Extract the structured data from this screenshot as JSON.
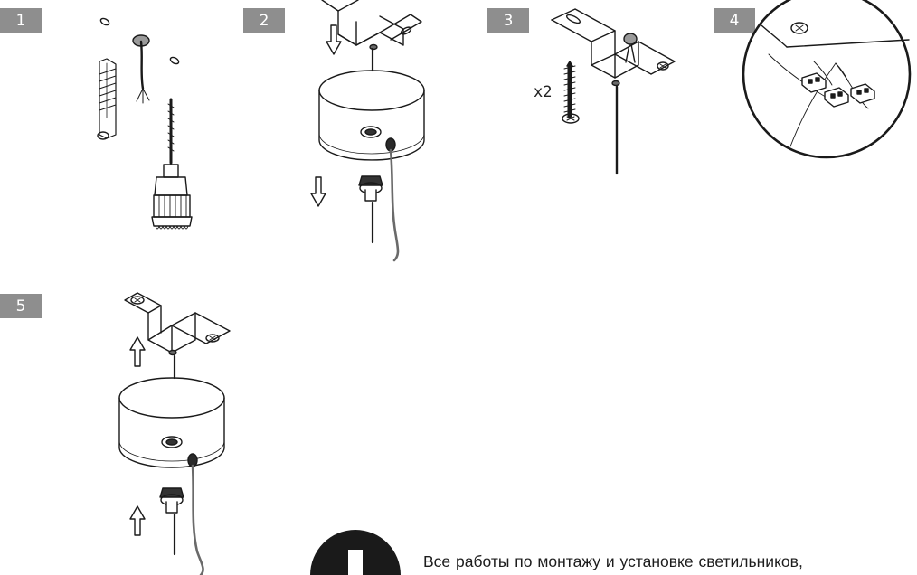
{
  "steps": [
    {
      "number": "1"
    },
    {
      "number": "2"
    },
    {
      "number": "3"
    },
    {
      "number": "4"
    },
    {
      "number": "5"
    }
  ],
  "step3_quantity": "x2",
  "warning": {
    "icon": "exclamation-icon",
    "text": "Все работы по монтажу  и установке светильников,"
  },
  "colors": {
    "badge": "#8e8e8e",
    "line": "#1a1a1a",
    "cable": "#6a6a6a"
  }
}
